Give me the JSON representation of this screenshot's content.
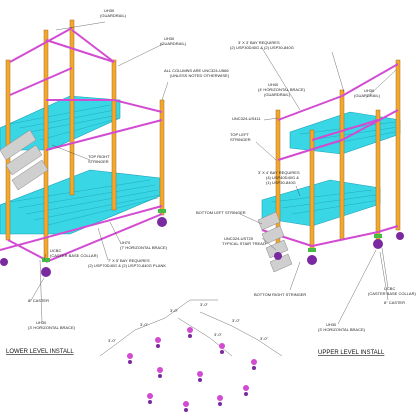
{
  "left_view": {
    "caption": "LOWER LEVEL INSTALL",
    "labels": {
      "guardrail_top": "UH30",
      "guardrail_top_sub": "(GUARDRAIL)",
      "guardrail": "UH30",
      "guardrail_sub": "(GUARDRAIL)",
      "columns_1": "ALL COLUMNS ARE UNC324-U566",
      "columns_2": "(UNLESS NOTED OTHERWISE)",
      "top_right_stringer_1": "TOP RIGHT",
      "top_right_stringer_2": "STRINGER",
      "horizontal_brace": "UH70",
      "horizontal_brace_sub": "(7' HORIZONTAL BRACE)",
      "bay_1": "7' X 5' BAY REQUIRES",
      "bay_2": "(2) USP70D40G & (2) USP70-840G PLANK",
      "caster_collar": "UCBC",
      "caster_collar_sub": "(CASTER BASE COLLAR)",
      "caster": "8\" CASTER",
      "bottom_brace": "UH30",
      "bottom_brace_sub": "(3' HORIZONTAL BRACE)"
    }
  },
  "right_view": {
    "caption": "UPPER LEVEL INSTALL",
    "labels": {
      "bay_top_1": "3' X 3' BAY REQUIRES",
      "bay_top_2": "(2) USP30D40G & (2) USP30-840G",
      "guardrail": "UH30",
      "guardrail_sub": "(GUARDRAIL)",
      "horizontal_brace": "UH40",
      "horizontal_brace_sub": "(4' HORIZONTAL BRACE)",
      "guardrail2_sub": "(GUARDRAIL)",
      "column": "UNC324-US411",
      "top_left_stringer_1": "TOP LEFT",
      "top_left_stringer_2": "STRINGER",
      "bay_mid_1": "3' X 4' BAY REQUIRES",
      "bay_mid_2": "(4) USP40D40G &",
      "bay_mid_3": "(1) USP30-840G",
      "bottom_left_stringer": "BOTTOM LEFT STRINGER",
      "stair_1": "UNC324-UST20",
      "stair_2": "TYPICAL STAIR TREAD",
      "bottom_right_stringer": "BOTTOM RIGHT STRINGER",
      "caster_collar": "UCBC",
      "caster_collar_sub": "(CASTER BASE COLLAR)",
      "caster": "8\" CASTER",
      "bottom_brace": "UH30",
      "bottom_brace_sub": "(3' HORIZONTAL BRACE)"
    }
  },
  "plan_view": {
    "dims": [
      "3'-0\"",
      "3'-0\"",
      "3'-0\"",
      "3'-0\"",
      "3'-0\"",
      "3'-0\"",
      "3'-0\""
    ]
  },
  "colors": {
    "column": "#f0a830",
    "column_stroke": "#b06a10",
    "brace": "#d24bd2",
    "plank": "#39d6e6",
    "plank_grid": "#1aa0b8",
    "caster": "#7a2aa0",
    "collar": "#44bb44",
    "leader": "#333333"
  }
}
